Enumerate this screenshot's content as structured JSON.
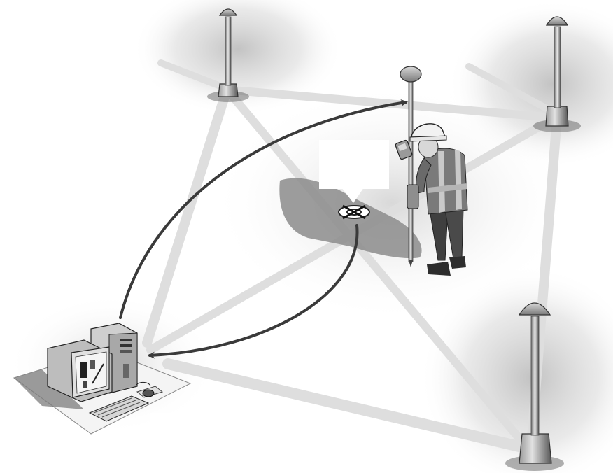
{
  "diagram": {
    "nodes": [
      {
        "id": "base-station-top-left",
        "icon": "gnss-antenna"
      },
      {
        "id": "base-station-top-right",
        "icon": "gnss-antenna"
      },
      {
        "id": "base-station-bottom-right",
        "icon": "gnss-antenna"
      },
      {
        "id": "rover-surveyor",
        "icon": "surveyor-with-rover-pole"
      },
      {
        "id": "control-computer",
        "icon": "desktop-workstation"
      },
      {
        "id": "survey-point-marker",
        "icon": "x-mark"
      }
    ],
    "links": [
      {
        "from": "base-station-top-left",
        "to": "control-computer",
        "style": "light-beam"
      },
      {
        "from": "base-station-top-left",
        "to": "base-station-top-right",
        "style": "light-beam"
      },
      {
        "from": "base-station-top-right",
        "to": "base-station-bottom-right",
        "style": "light-beam"
      },
      {
        "from": "base-station-bottom-right",
        "to": "control-computer",
        "style": "light-beam"
      },
      {
        "from": "base-station-top-right",
        "to": "control-computer",
        "style": "light-beam"
      },
      {
        "from": "base-station-top-left",
        "to": "base-station-bottom-right",
        "style": "light-beam"
      },
      {
        "from": "control-computer",
        "to": "rover-surveyor",
        "style": "dark-arrow"
      },
      {
        "from": "survey-point-marker",
        "to": "control-computer",
        "style": "dark-arrow"
      }
    ],
    "callout": {
      "text": ""
    },
    "colors": {
      "arrow": "#3a3a3a",
      "beam": "#dcdcdc",
      "shadow": "#9a9a9a",
      "vest": "#8a8a8a"
    }
  }
}
